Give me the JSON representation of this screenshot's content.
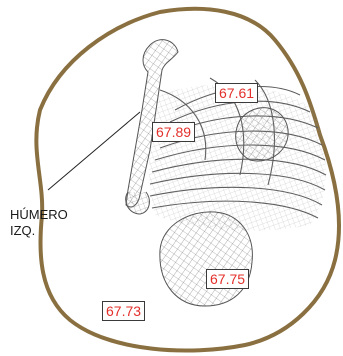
{
  "callout": {
    "text": "HÚMERO\nIZQ."
  },
  "measurements": [
    "67.61",
    "67.89",
    "67.75",
    "67.73"
  ],
  "colors": {
    "outline": "#8a7040",
    "mesh": "#6b6b6b",
    "value_text": "#e3302b"
  }
}
